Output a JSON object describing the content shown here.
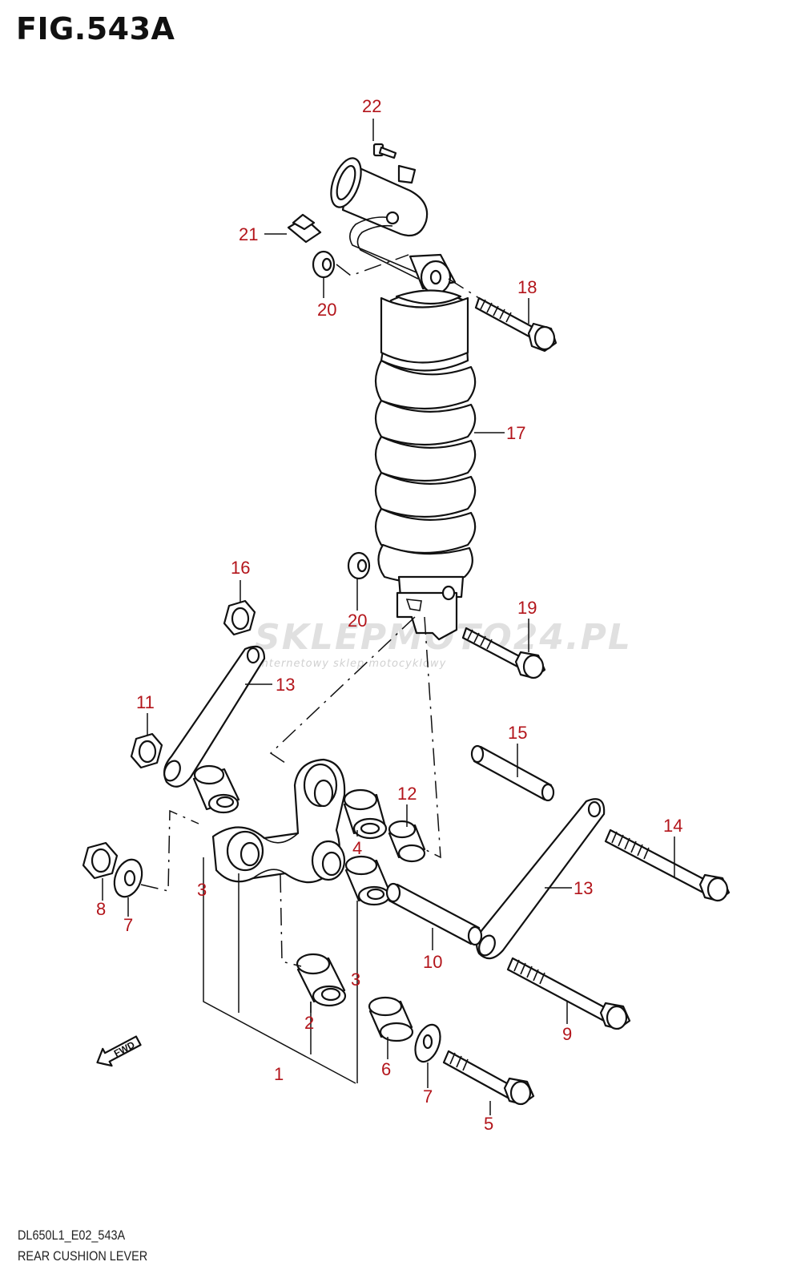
{
  "figure": {
    "title": "FIG.543A",
    "model_code": "DL650L1_E02_543A",
    "diagram_name": "REAR CUSHION LEVER"
  },
  "watermark": {
    "brand": "SKLEPMOTO24.PL",
    "tagline": "internetowy sklep motocyklowy"
  },
  "direction_marker": {
    "label": "FWD"
  },
  "colors": {
    "callout": "#b3151b",
    "line": "#111111",
    "watermark": "#c8c8c8"
  },
  "callouts": [
    "22",
    "21",
    "20",
    "18",
    "17",
    "16",
    "20",
    "19",
    "13",
    "11",
    "15",
    "12",
    "4",
    "14",
    "13",
    "8",
    "7",
    "3",
    "10",
    "3",
    "9",
    "2",
    "6",
    "1",
    "7",
    "5"
  ]
}
